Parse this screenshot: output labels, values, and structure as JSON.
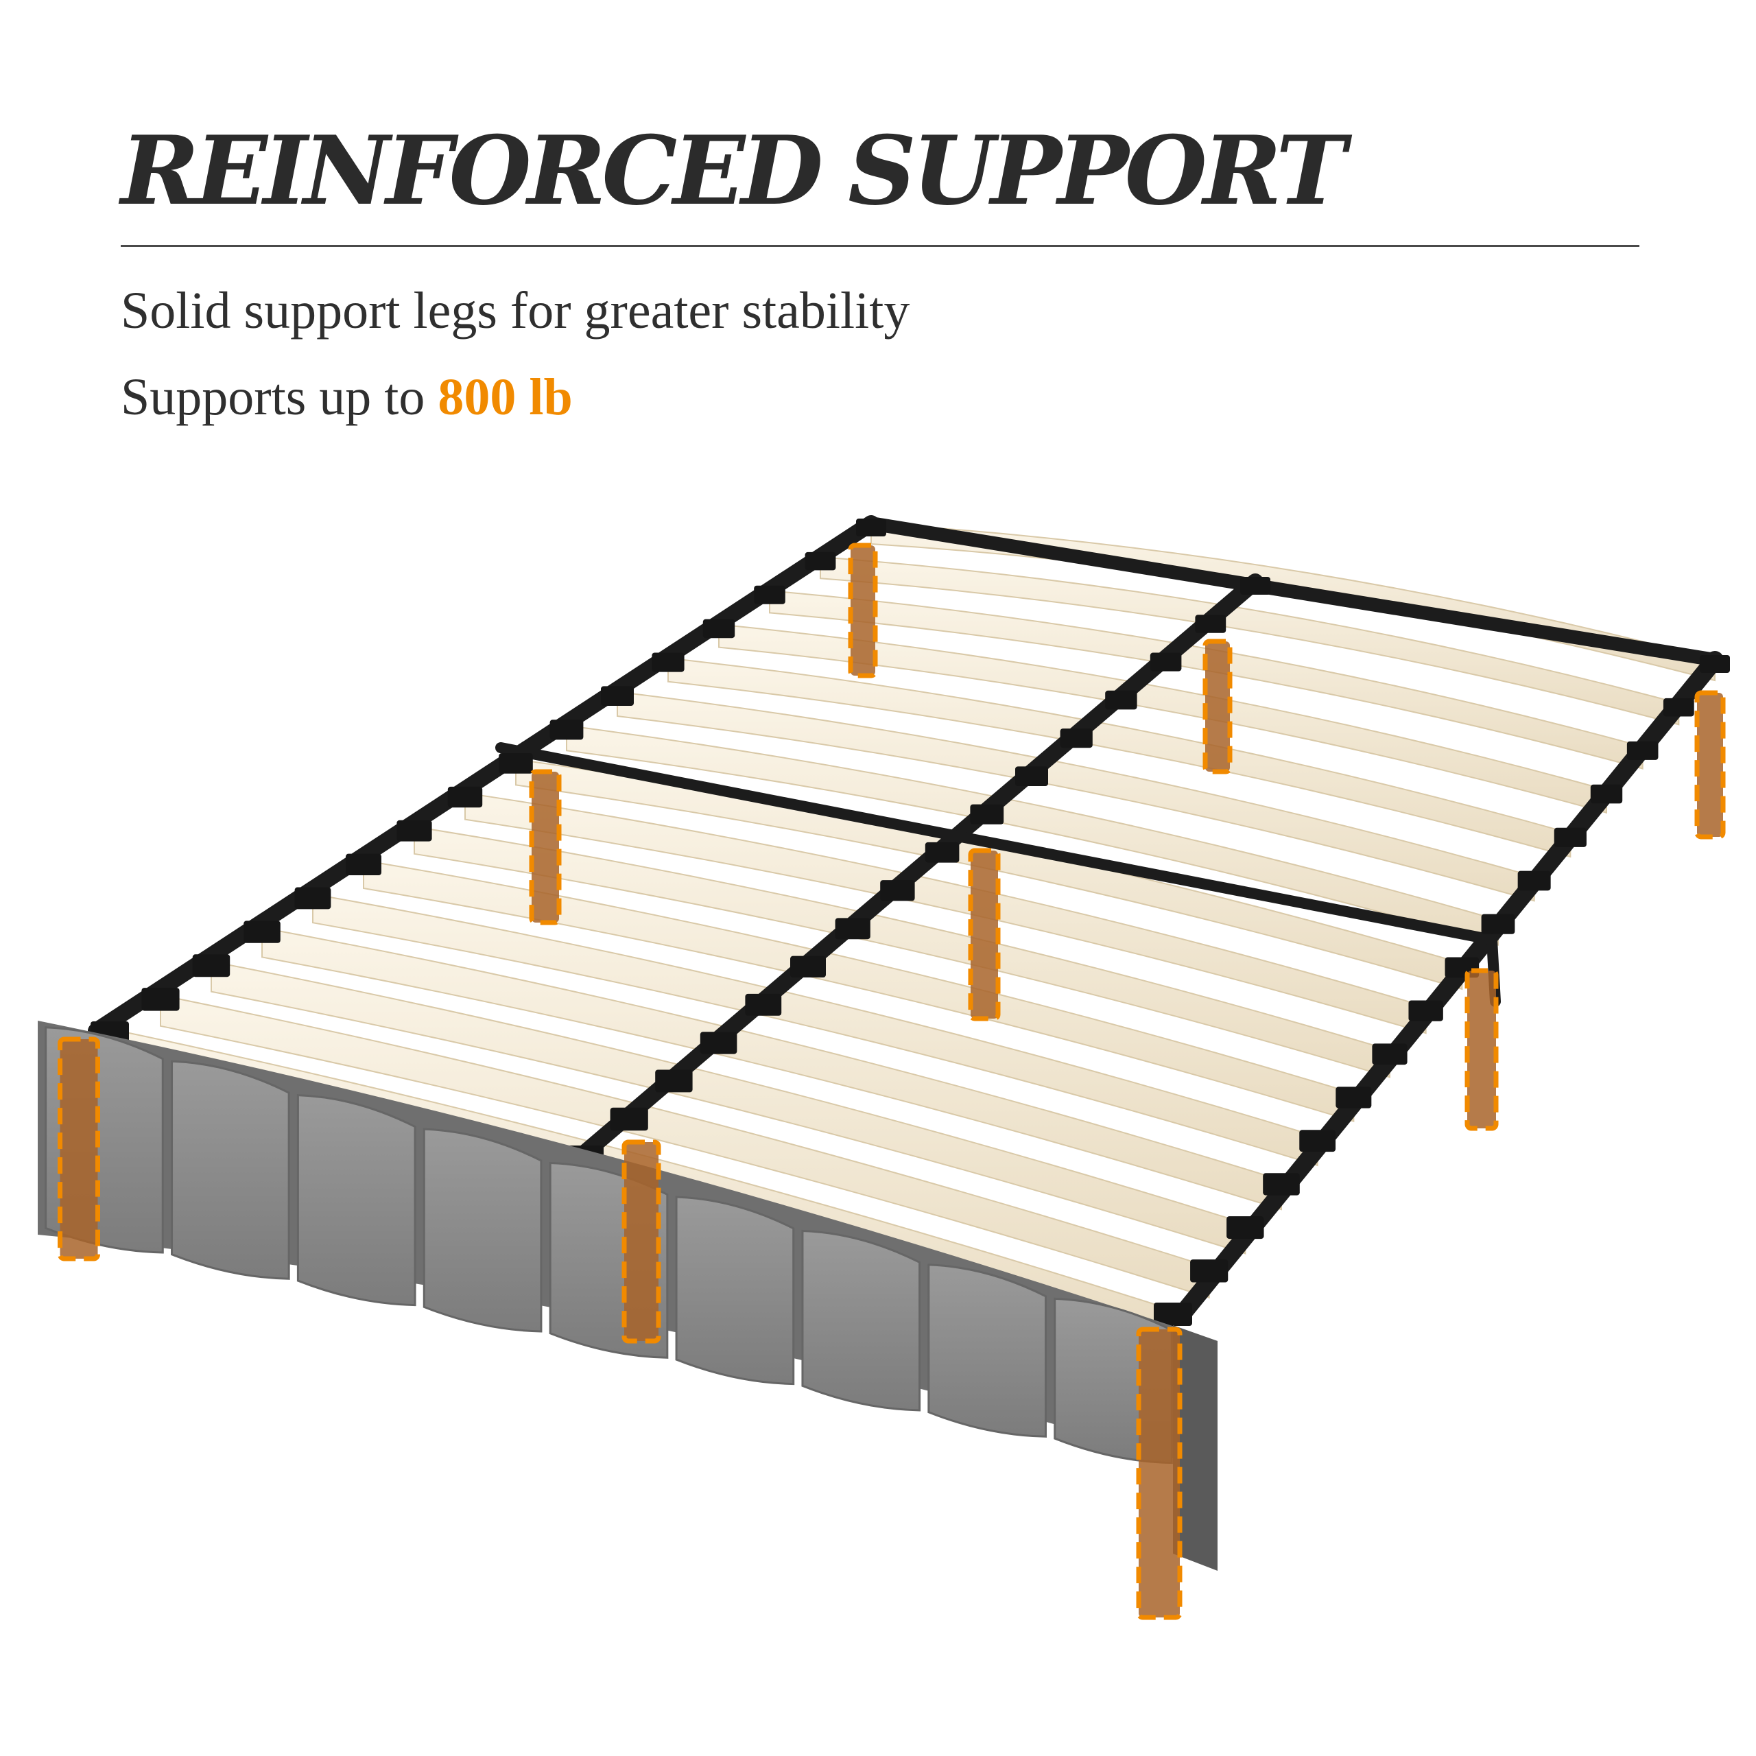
{
  "header": {
    "title": "REINFORCED SUPPORT",
    "feature_line": "Solid support legs for greater stability",
    "capacity_prefix": "Supports up to ",
    "capacity_value": "800 lb"
  },
  "illustration": {
    "subject": "bed frame with wooden slats and upholstered footboard",
    "slat_count": 16,
    "footboard_panels": 9,
    "highlighted_legs": 9
  },
  "colors": {
    "accent": "#f18a00",
    "slat": "#f6ecd8",
    "frame": "#1c1c1c",
    "upholstery": "#8a8a8a"
  }
}
